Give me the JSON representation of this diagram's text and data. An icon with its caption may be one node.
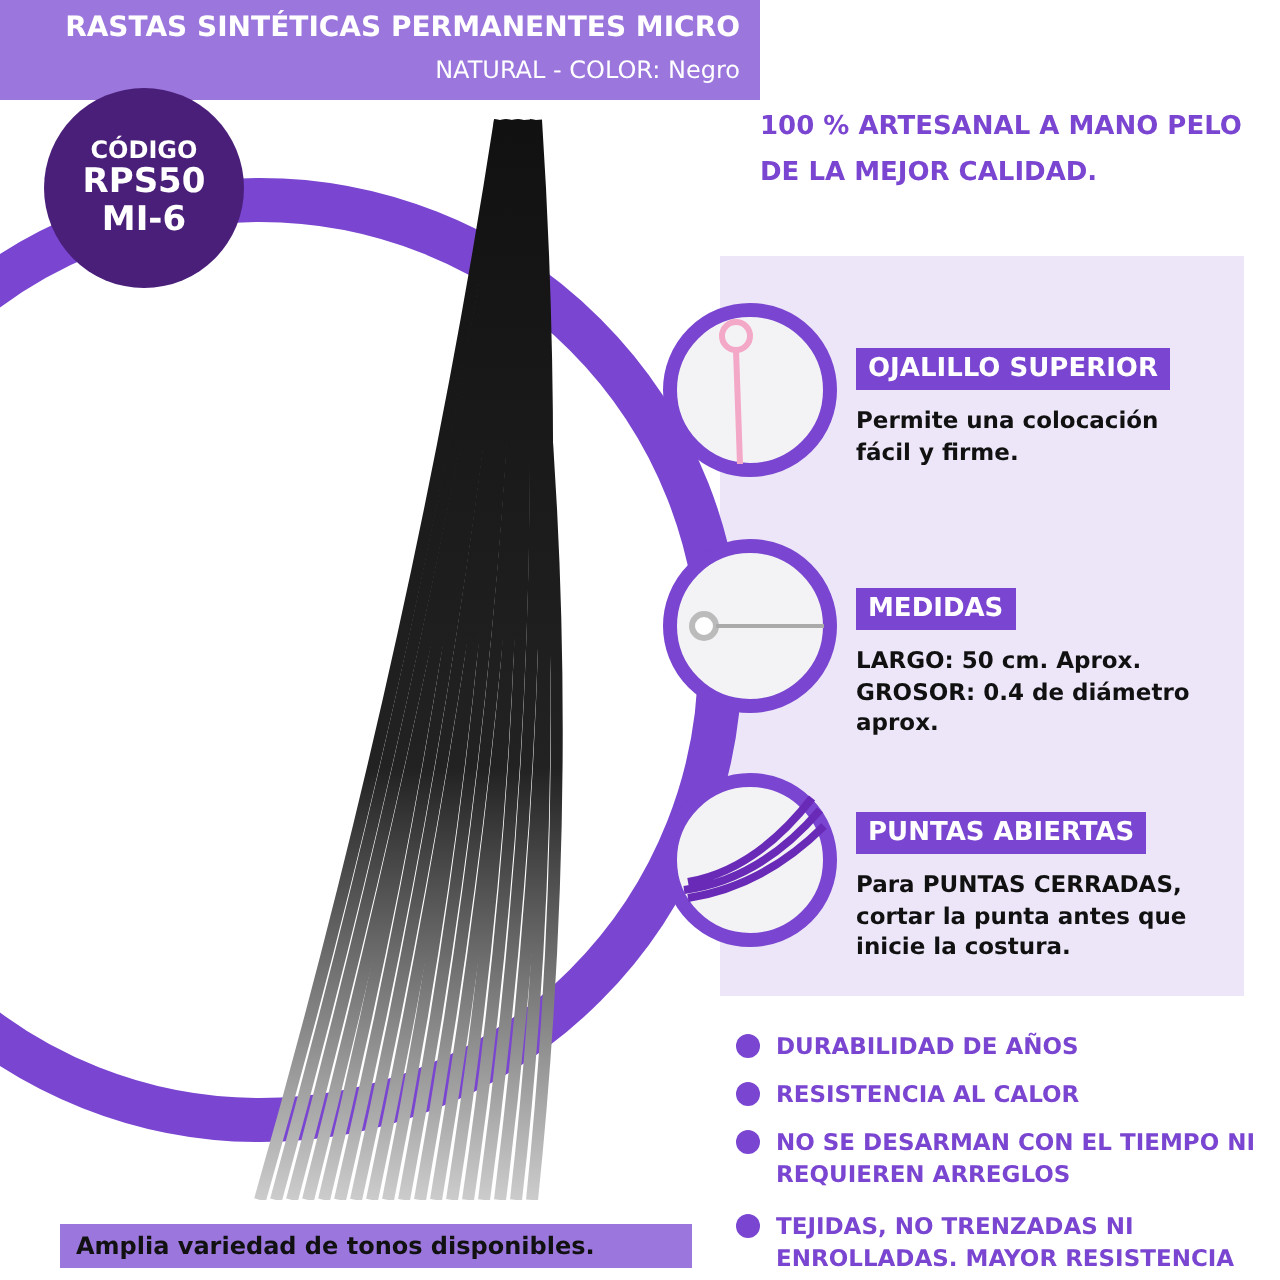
{
  "diagram": {
    "nodes": [
      {
        "text": [
          "RASTAS SINTÉTICAS PERMANENTES MICRO",
          "NATURAL - COLOR: Negro"
        ]
      },
      {
        "text": [
          "CÓDIGO",
          "RPS50 MI-6"
        ]
      },
      {
        "text": [],
        "shape": "picture"
      },
      {
        "text": [],
        "shape": "picture"
      },
      {
        "text": [
          "OJALILLO SUPERIOR",
          "Permite una colocación fácil y firme."
        ]
      },
      {
        "text": [],
        "shape": "picture"
      },
      {
        "text": [
          "MEDIDAS",
          "LARGO: 50 cm. Aprox. GROSOR: 0.4 de diámetro aprox."
        ]
      },
      {
        "text": [],
        "shape": "picture"
      },
      {
        "text": [
          "PUNTAS ABIERTAS",
          "Para PUNTAS CERRADAS, cortar la punta antes que inicie la costura."
        ]
      },
      {
        "text": [
          "Amplia variedad de tonos disponibles."
        ]
      }
    ],
    "labels": [
      "100 % ARTESANAL A MANO PELO DE LA MEJOR CALIDAD.",
      "DURABILIDAD DE AÑOS",
      "RESISTENCIA AL CALOR",
      "NO SE DESARMAN CON EL TIEMPO NI REQUIEREN ARREGLOS",
      "TEJIDAS, NO TRENZADAS NI ENROLLADAS. MAYOR RESISTENCIA"
    ]
  }
}
